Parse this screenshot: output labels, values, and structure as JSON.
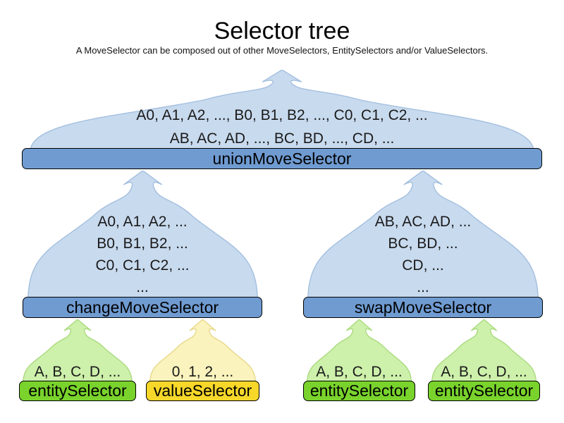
{
  "title": "Selector tree",
  "subtitle": "A MoveSelector can be composed out of other MoveSelectors, EntitySelectors and/or ValueSelectors.",
  "colors": {
    "blue_cloud": "#c8daee",
    "blue_cloud_border": "#a3bfdf",
    "blue_bar": "#6f9bd1",
    "green_cloud": "#cdf0ab",
    "green_cloud_border": "#aadb7e",
    "green_bar": "#79d32c",
    "yellow_cloud": "#faf3bd",
    "yellow_cloud_border": "#e8d88a",
    "yellow_bar": "#f6d72a",
    "bar_border": "#000000"
  },
  "nodes": {
    "union": {
      "label": "unionMoveSelector",
      "lines": [
        "A0, A1, A2, ..., B0, B1, B2, ..., C0, C1, C2, ...",
        "AB, AC, AD, ..., BC, BD, ..., CD, ..."
      ]
    },
    "change": {
      "label": "changeMoveSelector",
      "lines": [
        "A0, A1, A2, ...",
        "B0, B1, B2, ...",
        "C0, C1, C2, ...",
        "..."
      ]
    },
    "swap": {
      "label": "swapMoveSelector",
      "lines": [
        "AB, AC, AD, ...",
        "BC, BD, ...",
        "CD, ...",
        "..."
      ]
    },
    "entity1": {
      "label": "entitySelector",
      "lines": [
        "A, B, C, D, ..."
      ]
    },
    "value1": {
      "label": "valueSelector",
      "lines": [
        "0, 1, 2, ..."
      ]
    },
    "entity2": {
      "label": "entitySelector",
      "lines": [
        "A, B, C, D, ..."
      ]
    },
    "entity3": {
      "label": "entitySelector",
      "lines": [
        "A, B, C, D, ..."
      ]
    }
  }
}
